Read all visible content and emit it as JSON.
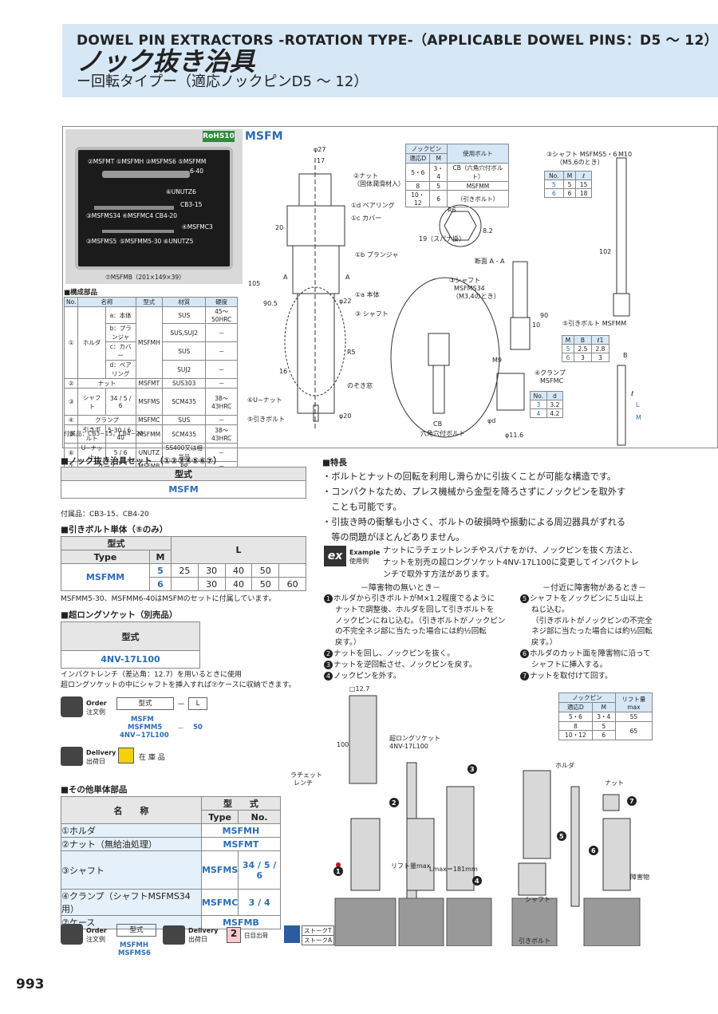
{
  "header": {
    "title_en": "DOWEL PIN EXTRACTORS -ROTATION TYPE-（APPLICABLE DOWEL PINS：D5 ～ 12）",
    "title_jp": "ノック抜き治具",
    "subtitle": "ー回転タイプー（適応ノックピンD5 ～ 12）"
  },
  "product": {
    "rohs": "RoHS10",
    "model": "MSFM",
    "photo_labels": [
      "②MSFMT ①MSFMH ③MSFMS6 ⑤MSFMM",
      "6-40",
      "⑥UNUTZ6",
      "CB3-15",
      "③MSFMS34 ④MSFMC4 CB4-20",
      "④MSFMC3",
      "⑤MSFMM5-30 ⑥UNUTZ5",
      "③MSFMS5"
    ],
    "photo_caption": "⑦MSFMB（201×149×39）"
  },
  "parts": {
    "title": "■構成部品",
    "headers": [
      "No.",
      "名称",
      "型式",
      "材質",
      "硬度"
    ],
    "rows": [
      [
        "①",
        "ホルダ",
        "a：本体",
        "MSFMH",
        "SUS",
        "45～50HRC"
      ],
      [
        "",
        "",
        "b：プランジャ",
        "",
        "SUS,SUJ2",
        "－"
      ],
      [
        "",
        "",
        "c：カバー",
        "",
        "SUS",
        "－"
      ],
      [
        "",
        "",
        "d：ベアリング",
        "",
        "SUJ2",
        "－"
      ],
      [
        "②",
        "ナット",
        "",
        "MSFMT",
        "SUS303",
        "－"
      ],
      [
        "③",
        "シャフト",
        "34 / 5 / 6",
        "MSFMS",
        "SCM435",
        "38～43HRC"
      ],
      [
        "④",
        "クランプ",
        "",
        "MSFMC",
        "SUS",
        "－"
      ],
      [
        "⑤",
        "引きボルト",
        "5-30 / 6-40",
        "MSFMM",
        "SCM435",
        "38～43HRC"
      ],
      [
        "⑥",
        "U−ナット",
        "5 / 6",
        "UNUTZ",
        "SS400又は相当品",
        "－"
      ],
      [
        "⑦",
        "ケース",
        "",
        "MSFMB",
        "PP",
        "－"
      ]
    ],
    "accessory": "付属品：CB3−15，CB4−20"
  },
  "drawing": {
    "labels": {
      "d27": "φ27",
      "d17": "17",
      "nut": "②ナット",
      "nut2": "（固体潤滑材入）",
      "bearing": "①d ベアリング",
      "cover": "①c カバー",
      "plunger": "①b プランジャ",
      "body": "①a 本体",
      "shaft": "③ シャフト",
      "d22": "φ22",
      "r5": "R5",
      "window": "のぞき窓",
      "unut": "⑥U−ナット",
      "bolt": "⑤引きボルト",
      "d20": "φ20",
      "h105": "105",
      "h905": "90.5",
      "h20": "20",
      "h16": "16",
      "secA": "A",
      "secAA": "断面 A - A",
      "r6": "R6",
      "s19": "19（スパナ掛）",
      "s82": "8.2",
      "cb": "CB",
      "cbhex": "六角穴付ボルト",
      "m9": "M9",
      "shaftS": "③シャフト",
      "shaftS2": "MSFMS34",
      "shaftS3": "（M3,4のとき）",
      "clampL": "④クランプ",
      "clampL2": "MSFMC",
      "d116": "φ11.6",
      "phid": "φd",
      "dim10": "10",
      "dim90": "90",
      "dim102": "102",
      "shaftR": "③シャフト MSFMS5・6",
      "shaftR2": "（M5,6のとき）",
      "m10": "M10",
      "boltR": "⑤引きボルト MSFMM",
      "Llab": "L",
      "Mlab": "M",
      "Blab": "B",
      "l1lab": "ℓ1",
      "elab": "ℓ"
    },
    "pin_table": {
      "h1": "ノックピン",
      "h2": "使用ボルト",
      "h3": "適応D",
      "h4": "M",
      "rows": [
        [
          "5・6",
          "3・4",
          "CB（六角穴付ボルト）"
        ],
        [
          "8",
          "5",
          "MSFMM"
        ],
        [
          "10・12",
          "6",
          "（引きボルト）"
        ]
      ]
    },
    "shaft_table": {
      "headers": [
        "No.",
        "M",
        "ℓ"
      ],
      "rows": [
        [
          "5",
          "5",
          "15"
        ],
        [
          "6",
          "6",
          "18"
        ]
      ]
    },
    "bolt_table": {
      "headers": [
        "M",
        "B",
        "ℓ1"
      ],
      "rows": [
        [
          "5",
          "2.5",
          "2.8"
        ],
        [
          "6",
          "3",
          "3"
        ]
      ]
    },
    "clamp_table": {
      "headers": [
        "No.",
        "d"
      ],
      "rows": [
        [
          "3",
          "3.2"
        ],
        [
          "4",
          "4.2"
        ]
      ]
    }
  },
  "set": {
    "title": "ノック抜き治具セット （①②③④⑤⑥⑦）",
    "type_header": "型式",
    "type": "MSFM",
    "note": "付属品：CB3-15、CB4-20"
  },
  "bolt_single": {
    "title": "引きボルト単体（⑤のみ）",
    "h_type": "型式",
    "h_type_en": "Type",
    "h_m": "M",
    "h_l": "L",
    "model": "MSFMM",
    "rows": [
      [
        "5",
        "25",
        "30",
        "40",
        "50",
        ""
      ],
      [
        "6",
        "",
        "30",
        "40",
        "50",
        "60"
      ]
    ],
    "note": "MSFMM5-30、MSFMM6-40はMSFMのセットに付属しています。"
  },
  "socket": {
    "title": "超ロングソケット（別売品）",
    "type_header": "型式",
    "type": "4NV-17L100",
    "note1": "インパクトレンチ（差込角：12.7）を用いるときに使用",
    "note2": "超ロングソケットの中にシャフトを挿入すれば⑦ケースに収納できます。"
  },
  "order1": {
    "label": "Order",
    "label_jp": "注文例",
    "type": "型式",
    "dash": "－",
    "L": "L",
    "ex1": "MSFM",
    "ex2": "MSFMM5",
    "ex2b": "－",
    "ex2c": "50",
    "ex3": "4NV−17L100"
  },
  "delivery1": {
    "label": "Delivery",
    "label_jp": "出荷日",
    "stock": "在 庫 品"
  },
  "other": {
    "title": "その他単体部品",
    "h_name": "名　　称",
    "h_type": "型　　式",
    "h_type_en": "Type",
    "h_no": "No.",
    "rows": [
      [
        "①ホルダ",
        "MSFMH",
        ""
      ],
      [
        "②ナット（無給油処理）",
        "MSFMT",
        ""
      ],
      [
        "③シャフト",
        "MSFMS",
        "34 / 5 / 6"
      ],
      [
        "④クランプ（シャフトMSFMS34用）",
        "MSFMC",
        "3 / 4"
      ],
      [
        "⑦ケース",
        "MSFMB",
        ""
      ]
    ]
  },
  "order2": {
    "label": "Order",
    "label_jp": "注文例",
    "type": "型式",
    "ex1": "MSFMH",
    "ex2": "MSFMS6"
  },
  "delivery2": {
    "label": "Delivery",
    "label_jp": "出荷日",
    "days": "2",
    "days_label": "日目出荷",
    "stroke_t": "ストークT",
    "stroke_a": "ストークA"
  },
  "features": {
    "title": "■特長",
    "items": [
      "・ボルトとナットの回転を利用し滑らかに引抜くことが可能な構造です。",
      "・コンパクトなため、プレス機械から金型を降ろさずにノックピンを取外す",
      "　ことも可能です。",
      "・引抜き時の衝撃も小さく、ボルトの破損時や振動による周辺器具がずれる",
      "　等の問題がほとんどありません。"
    ]
  },
  "example": {
    "icon": "ex",
    "label": "Example",
    "label_jp": "使用例",
    "text": [
      "ナットにラチェットレンチやスパナをかけ、ノックピンを抜く方法と、",
      "ナットを別売の超ロングソケット4NV-17L100に変更してインパクトレ",
      "ンチで取外す方法があります。"
    ]
  },
  "steps_left": {
    "title": "－障害物の無いとき－",
    "items": [
      [
        "1",
        "ホルダから引きボルトがM×1.2程度でるように"
      ],
      [
        "",
        "ナットで調整後、ホルダを回して引きボルトを"
      ],
      [
        "",
        "ノックピンにねじ込む。（引きボルトがノックピン"
      ],
      [
        "",
        "の不完全ネジ部に当たった場合には約½回転"
      ],
      [
        "",
        "戻す。）"
      ],
      [
        "2",
        "ナットを回し、ノックピンを抜く。"
      ],
      [
        "3",
        "ナットを逆回転させ、ノックピンを戻す。"
      ],
      [
        "4",
        "ノックピンを外す。"
      ]
    ]
  },
  "steps_right": {
    "title": "－付近に障害物があるとき－",
    "items": [
      [
        "5",
        "シャフトをノックピンに５山以上"
      ],
      [
        "",
        "ねじ込む。"
      ],
      [
        "",
        "（引きボルトがノックピンの不完全"
      ],
      [
        "",
        "ネジ部に当たった場合には約½回転"
      ],
      [
        "",
        "戻す。）"
      ],
      [
        "6",
        "ホルダのカット面を障害物に沿って"
      ],
      [
        "",
        "シャフトに挿入する。"
      ],
      [
        "7",
        "ナットを取付けて回す。"
      ]
    ]
  },
  "lift_table": {
    "h1": "ノックピン",
    "h2": "リフト量",
    "h2b": "max",
    "h3": "適応D",
    "h4": "M",
    "rows": [
      [
        "5・6",
        "3・4",
        "55"
      ],
      [
        "8",
        "5",
        "65"
      ],
      [
        "10・12",
        "6",
        ""
      ]
    ]
  },
  "illus": {
    "d127": "□12.7",
    "h100": "100",
    "socket": "超ロングソケット",
    "socket2": "4NV-17L100",
    "ratchet": "ラチェット",
    "ratchet2": "レンチ",
    "lift": "リフト量max",
    "lmax": "Lmax＝181mm",
    "holder": "ホルダ",
    "nut": "ナット",
    "shaft": "シャフト",
    "bolt": "引きボルト",
    "obstacle": "障害物",
    "n1": "1",
    "n2": "2",
    "n3": "3",
    "n4": "4",
    "n5": "5",
    "n6": "6",
    "n7": "7"
  },
  "page_number": "993"
}
